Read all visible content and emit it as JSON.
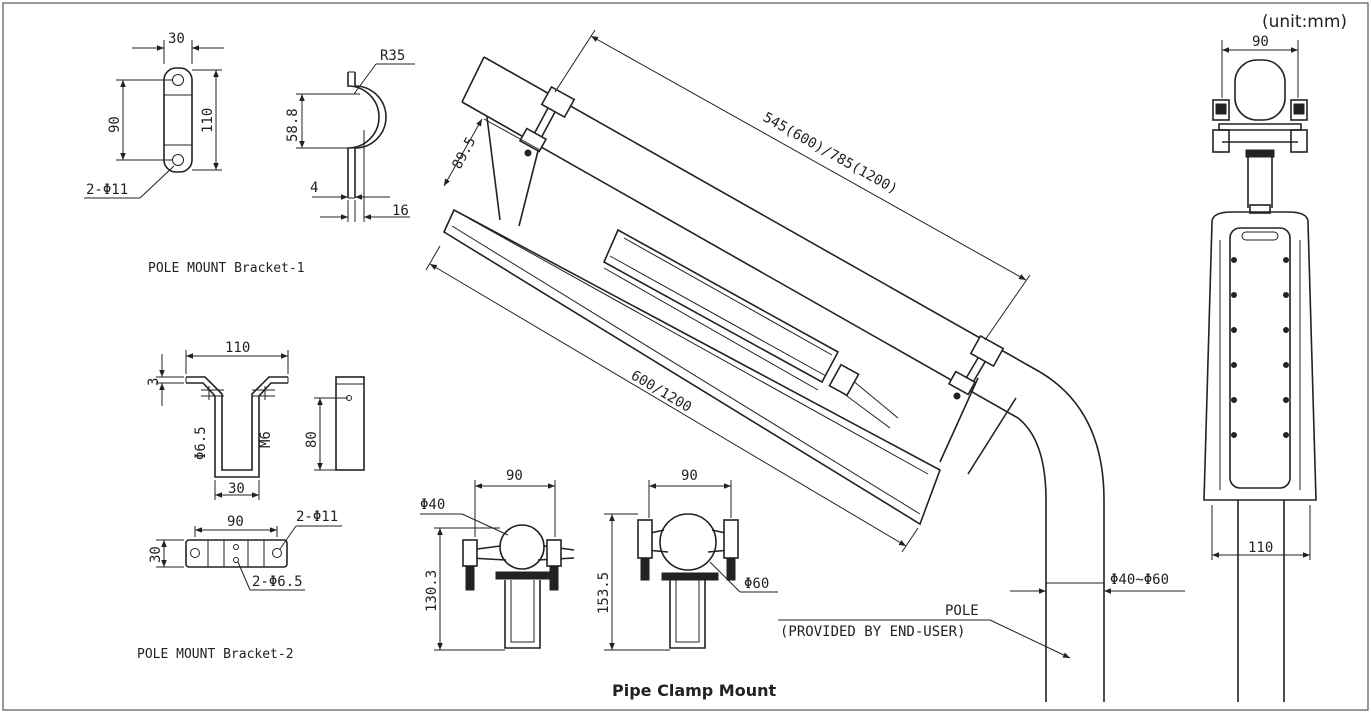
{
  "unit_note": "(unit:mm)",
  "bracket1": {
    "caption": "POLE MOUNT Bracket-1",
    "dim_width": "30",
    "dim_hole_spacing": "90",
    "dim_length": "110",
    "dim_holes": "2-Φ11",
    "dim_radius": "R35",
    "dim_height": "58.8",
    "dim_thickness": "4",
    "dim_depth": "16"
  },
  "bracket2": {
    "caption": "POLE MOUNT Bracket-2",
    "dim_top_width": "110",
    "dim_flange": "3",
    "dim_hole_small": "Φ6.5",
    "dim_bolt": "M6",
    "dim_bottom_width": "30",
    "dim_side_height": "80",
    "dim_plate_width": "90",
    "dim_plate_height": "30",
    "dim_holes_large": "2-Φ11",
    "dim_holes_small": "2-Φ6.5"
  },
  "main_assembly": {
    "dim_overall": "545(600)/785(1200)",
    "dim_offset": "89.5",
    "dim_fixture_length": "600/1200",
    "dim_pole_diameter": "Φ40~Φ60",
    "pole_label_line1": "POLE",
    "pole_label_line2": "(PROVIDED BY END-USER)"
  },
  "pipe_clamp": {
    "title": "Pipe Clamp Mount",
    "clamp1_width": "90",
    "clamp1_diameter": "Φ40",
    "clamp1_height": "130.3",
    "clamp2_width": "90",
    "clamp2_diameter": "Φ60",
    "clamp2_height": "153.5"
  },
  "side_view": {
    "dim_top": "90",
    "dim_bottom": "110"
  }
}
